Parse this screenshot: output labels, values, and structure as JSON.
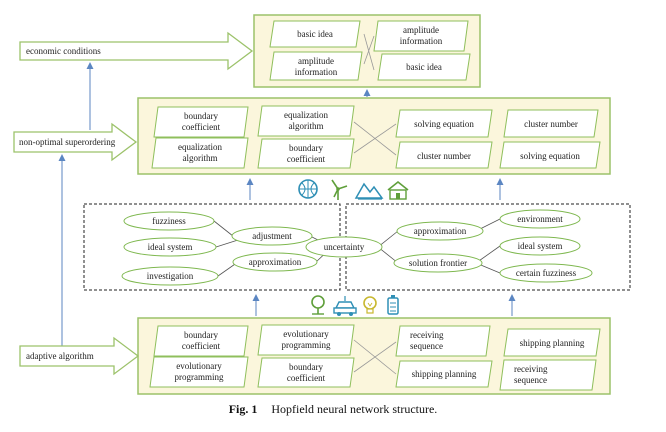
{
  "top_panel": {
    "boxes": [
      [
        "basic idea"
      ],
      [
        "amplitude",
        "information"
      ],
      [
        "amplitude",
        "information"
      ],
      [
        "basic idea"
      ]
    ]
  },
  "middle_panel": {
    "boxes": [
      [
        "boundary",
        "coefficient"
      ],
      [
        "equalization",
        "algorithm"
      ],
      [
        "equalization",
        "algorithm"
      ],
      [
        "boundary",
        "coefficient"
      ],
      [
        "solving equation"
      ],
      [
        "cluster number"
      ],
      [
        "cluster number"
      ],
      [
        "solving equation"
      ]
    ]
  },
  "bottom_panel": {
    "boxes": [
      [
        "boundary",
        "coefficient"
      ],
      [
        "evolutionary",
        "programming"
      ],
      [
        "evolutionary",
        "programming"
      ],
      [
        "boundary",
        "coefficient"
      ],
      [
        "receiving",
        "sequence"
      ],
      [
        "shipping planning"
      ],
      [
        "shipping planning"
      ],
      [
        "receiving",
        "sequence"
      ]
    ]
  },
  "arrows": {
    "economic": "economic conditions",
    "non_optimal": "non-optimal superordering",
    "adaptive": "adaptive algorithm"
  },
  "ovals": {
    "fuzziness": "fuzziness",
    "ideal_system_left": "ideal system",
    "investigation": "investigation",
    "adjustment": "adjustment",
    "approximation_left": "approximation",
    "uncertainty": "uncertainty",
    "approximation_right": "approximation",
    "solution_frontier": "solution frontier",
    "environment": "environment",
    "ideal_system_right": "ideal system",
    "certain_fuzziness": "certain fuzziness"
  },
  "caption": {
    "label": "Fig. 1",
    "text": "Hopfield neural network structure."
  },
  "colors": {
    "panel_fill": "#fbf6dc",
    "panel_border": "#9cc26a",
    "box_border": "#8fbf5c",
    "arrow_blue": "#5b86c2"
  }
}
